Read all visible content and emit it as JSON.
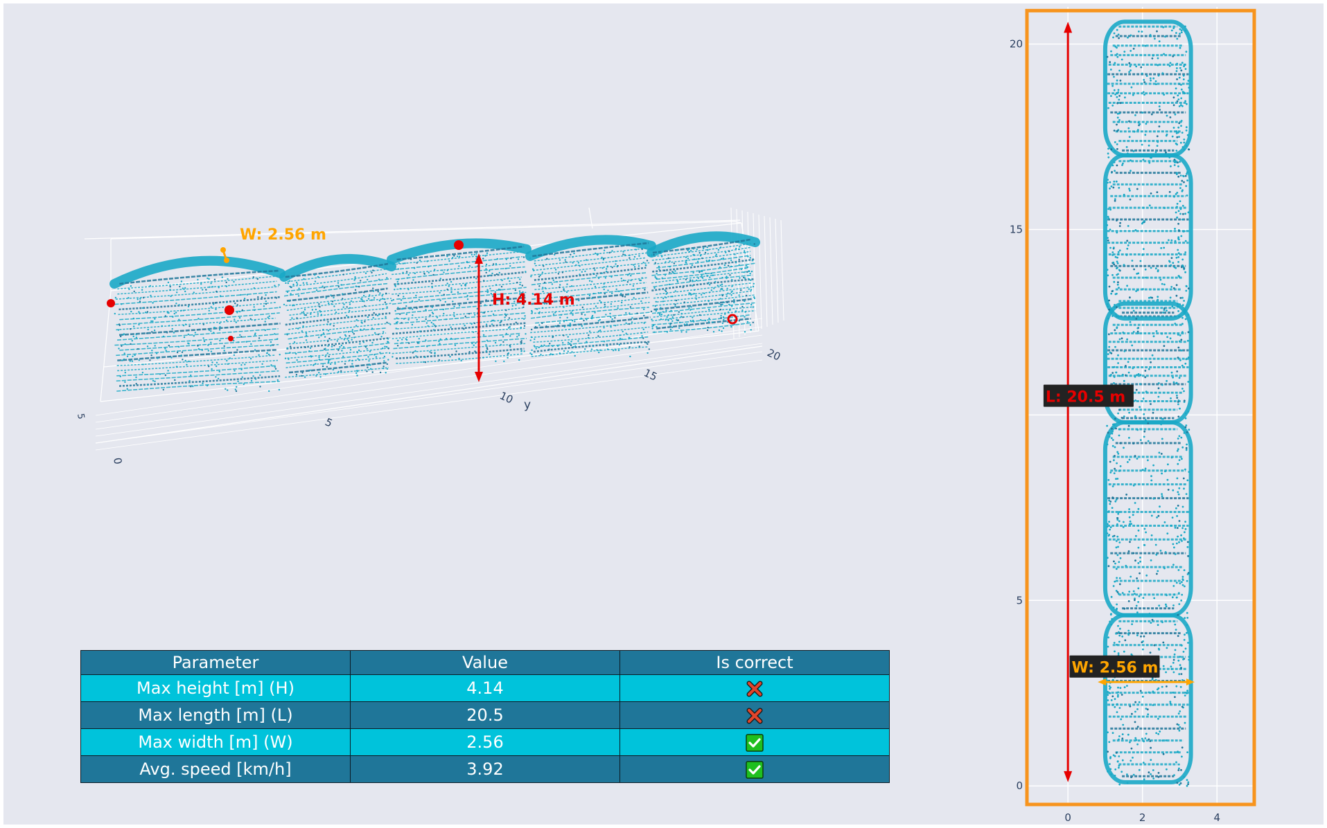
{
  "chart_data": [
    {
      "type": "scatter",
      "subtype": "3d-point-cloud",
      "axes": {
        "x": {
          "label": "",
          "ticks": [
            "0",
            "5"
          ]
        },
        "y": {
          "label": "y",
          "ticks": [
            "5",
            "10",
            "15",
            "20"
          ]
        },
        "z": {
          "label": "",
          "ticks": [
            "0"
          ]
        }
      },
      "annotations": [
        {
          "text": "W: 2.56 m",
          "color": "#ffa500"
        },
        {
          "text": "H: 4.14 m",
          "color": "#e60000"
        }
      ],
      "point_color": "#1aa9c6",
      "marker_color": "#e60000"
    },
    {
      "type": "scatter",
      "subtype": "top-view-point-cloud",
      "xlim": [
        -1.1,
        5.0
      ],
      "ylim": [
        -0.5,
        21.0
      ],
      "xticks": [
        "0",
        "2",
        "4"
      ],
      "yticks": [
        "0",
        "5",
        "15",
        "20"
      ],
      "grid": true,
      "bounding_box": {
        "x0": -1.1,
        "x1": 5.0,
        "y0": -0.5,
        "y1": 20.9,
        "color": "#f7941d"
      },
      "length_arrow": {
        "x": 0,
        "y0": 0.1,
        "y1": 20.6,
        "color": "#e60000"
      },
      "width_arrow": {
        "y": 2.8,
        "x0": 0.8,
        "x1": 3.4,
        "color": "#ffa500"
      },
      "labels": [
        {
          "text": "L: 20.5 m",
          "x": -0.6,
          "y": 10.5,
          "color": "#e60000"
        },
        {
          "text": "W: 2.56 m",
          "x": 0.1,
          "y": 3.2,
          "color": "#ffa500"
        }
      ]
    },
    {
      "type": "table",
      "columns": [
        "Parameter",
        "Value",
        "Is correct"
      ],
      "rows": [
        {
          "parameter": "Max height [m] (H)",
          "value": "4.14",
          "correct": false
        },
        {
          "parameter": "Max length [m] (L)",
          "value": "20.5",
          "correct": false
        },
        {
          "parameter": "Max width [m] (W)",
          "value": "2.56",
          "correct": true
        },
        {
          "parameter": "Avg. speed [km/h]",
          "value": "3.92",
          "correct": true
        }
      ],
      "header_color": "#1f7699",
      "row_colors": [
        "#00c3db",
        "#1f7699"
      ]
    }
  ]
}
